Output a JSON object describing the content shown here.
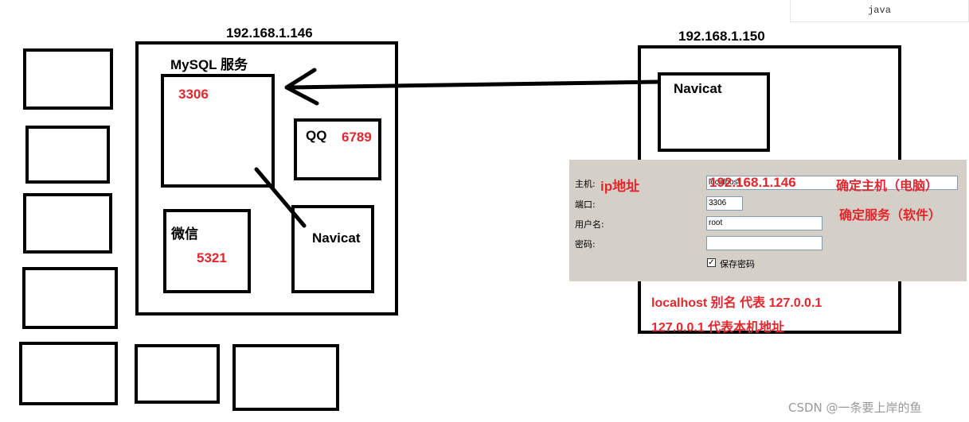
{
  "code_tag": "java",
  "left_host": {
    "ip": "192.168.1.146",
    "service_label": "MySQL 服务",
    "mysql_port": "3306",
    "qq_label": "QQ",
    "qq_port": "6789",
    "wechat_label": "微信",
    "wechat_port": "5321",
    "navicat_label": "Navicat"
  },
  "right_host": {
    "ip": "192.168.1.150",
    "navicat_label": "Navicat"
  },
  "connection_form": {
    "host_label": "主机:",
    "host_value": "localhost",
    "port_label": "端口:",
    "port_value": "3306",
    "user_label": "用户名:",
    "user_value": "root",
    "password_label": "密码:",
    "password_value": "",
    "save_password_label": "保存密码",
    "save_password_checked": true
  },
  "annotations": {
    "ip_address": "ip地址",
    "host_ip": "192.168.1.146",
    "determine_host": "确定主机（电脑）",
    "determine_service": "确定服务（软件）",
    "localhost_alias": "localhost 别名 代表 127.0.0.1",
    "loopback_meaning": "127.0.0.1 代表本机地址"
  },
  "watermark": "CSDN @一条要上岸的鱼"
}
